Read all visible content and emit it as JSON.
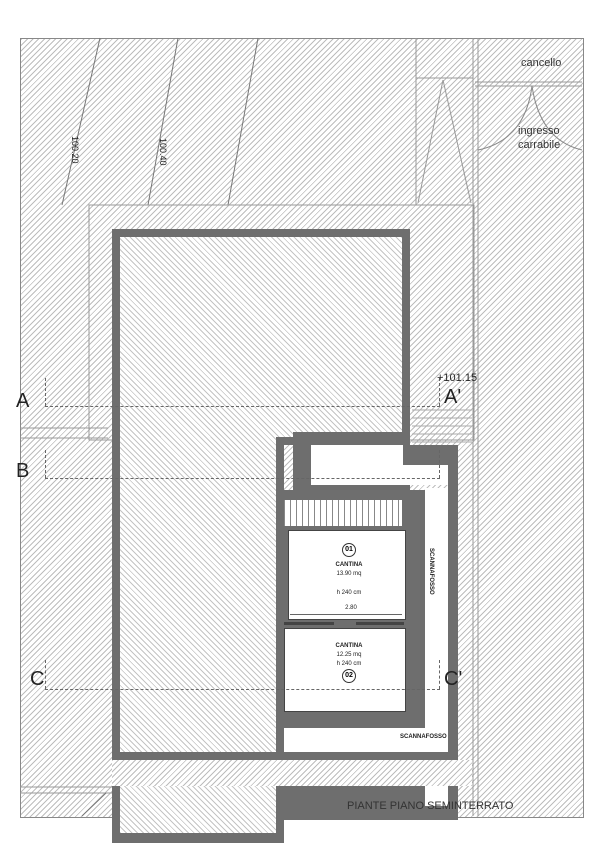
{
  "drawing": {
    "title": "PIANTE PIANO SEMINTERRATO",
    "labels": {
      "gate": "cancello",
      "driveway_line1": "ingresso",
      "driveway_line2": "carrabile"
    },
    "contour_levels": [
      "100.20",
      "100.40"
    ],
    "elevation_mark": "+101.15",
    "section_marks": {
      "A": "A",
      "A_prime": "A'",
      "B": "B",
      "C": "C",
      "C_prime": "C'"
    },
    "rooms": [
      {
        "number": "01",
        "name": "CANTINA",
        "area": "13.90 mq",
        "height": "h 240 cm",
        "dimension": "2.80"
      },
      {
        "number": "02",
        "name": "CANTINA",
        "area": "12.25 mq",
        "height": "h 240 cm"
      }
    ],
    "scannafosso_vertical": "SCANNAFOSSO",
    "scannafosso_horizontal": "SCANNAFOSSO",
    "colors": {
      "wall": "#6e6e6e",
      "hatch": "#bdbdbd",
      "background": "#ffffff"
    }
  }
}
